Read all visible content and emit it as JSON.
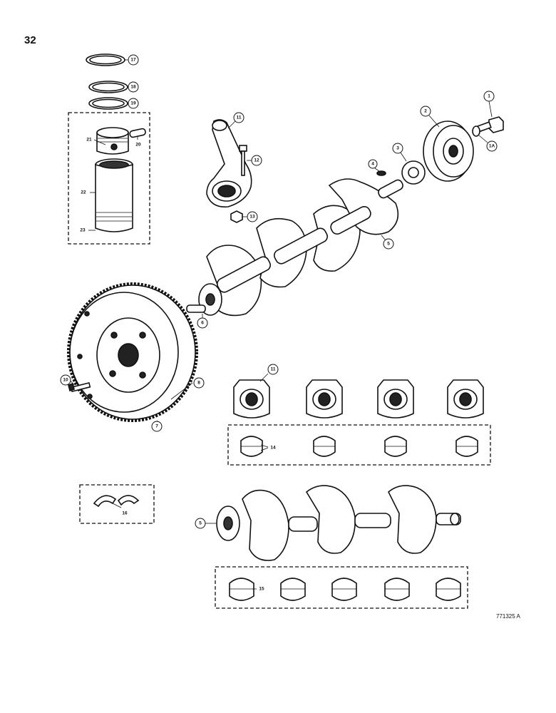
{
  "page_number": "32",
  "reference_code": "771325 A",
  "callouts": {
    "c1": "1",
    "c1a": "1A",
    "c2": "2",
    "c3": "3",
    "c4": "4",
    "c5a": "5",
    "c5b": "5",
    "c6": "6",
    "c7": "7",
    "c8": "8",
    "c10": "10",
    "c11a": "11",
    "c11b": "11",
    "c12": "12",
    "c13": "13",
    "c14": "14",
    "c15": "15",
    "c16": "16",
    "c17": "17",
    "c18": "18",
    "c19": "19",
    "c20": "20",
    "c21": "21",
    "c22": "22",
    "c23": "23"
  }
}
